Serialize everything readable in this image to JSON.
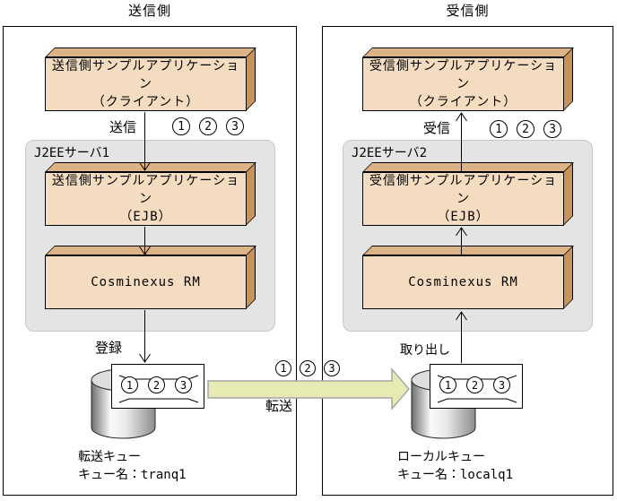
{
  "titles": {
    "sender": "送信側",
    "receiver": "受信側"
  },
  "steps": [
    "1",
    "2",
    "3"
  ],
  "sender": {
    "client_line1": "送信側サンプルアプリケーション",
    "client_line2": "（クライアント）",
    "server_label": "J2EEサーバ1",
    "ejb_line1": "送信側サンプルアプリケーション",
    "ejb_line2": "（EJB）",
    "rm_label": "Cosminexus RM",
    "flow_send": "送信",
    "flow_register": "登録",
    "queue_title": "転送キュー",
    "queue_name": "キュー名：tranq1"
  },
  "receiver": {
    "client_line1": "受信側サンプルアプリケーション",
    "client_line2": "（クライアント）",
    "server_label": "J2EEサーバ2",
    "ejb_line1": "受信側サンプルアプリケーション",
    "ejb_line2": "（EJB）",
    "rm_label": "Cosminexus RM",
    "flow_receive": "受信",
    "flow_fetch": "取り出し",
    "queue_title": "ローカルキュー",
    "queue_name": "キュー名：localq1"
  },
  "transfer": {
    "label": "転送"
  },
  "colors": {
    "box_front": "#F3DCC0",
    "box_top": "#DCB287",
    "box_side": "#C9925A",
    "server_fill": "#E4E4E4",
    "server_border": "#C8C8C8",
    "transfer_fill": "#E7EAB2",
    "transfer_stroke": "#A6A6A6",
    "line": "#000000"
  }
}
